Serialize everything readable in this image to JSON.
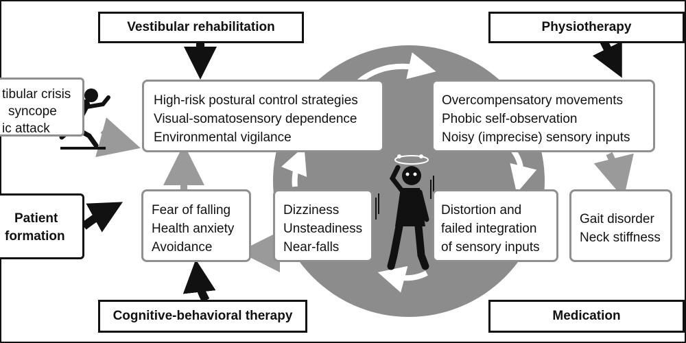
{
  "therapies": {
    "vestibular": "Vestibular rehabilitation",
    "physio": "Physiotherapy",
    "cbt": "Cognitive-behavioral therapy",
    "medication": "Medication"
  },
  "triggers": [
    "tibular crisis",
    "syncope",
    "ic attack"
  ],
  "patient_info": [
    "Patient",
    "formation"
  ],
  "postural": [
    "High-risk postural control strategies",
    "Visual-somatosensory dependence",
    "Environmental vigilance"
  ],
  "overcomp": [
    "Overcompensatory movements",
    "Phobic self-observation",
    "Noisy (imprecise) sensory inputs"
  ],
  "fear": [
    "Fear of falling",
    "Health anxiety",
    "Avoidance"
  ],
  "dizziness": [
    "Dizziness",
    "Unsteadiness",
    "Near-falls"
  ],
  "distortion": [
    "Distortion and",
    "failed integration",
    "of sensory inputs"
  ],
  "gait": [
    "Gait disorder",
    "Neck stiffness"
  ]
}
